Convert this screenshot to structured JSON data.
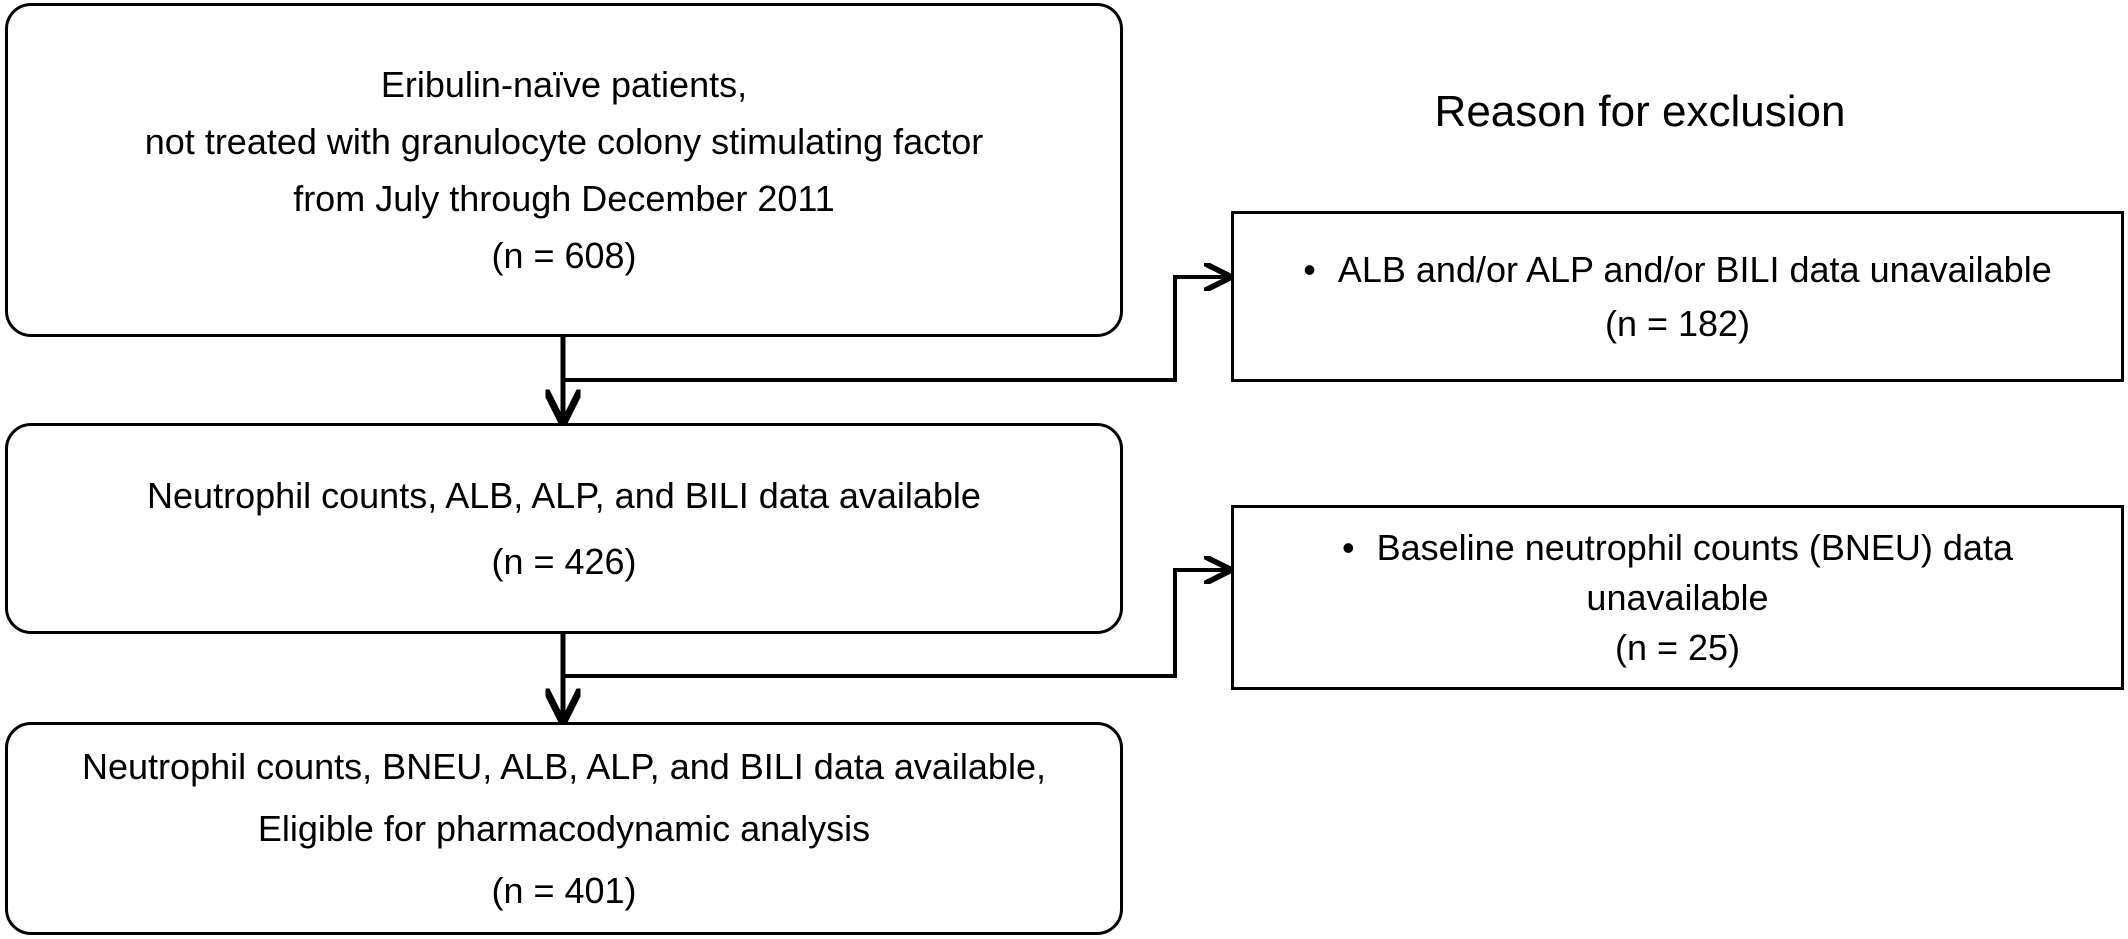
{
  "heading": "Reason for exclusion",
  "boxes": {
    "start": {
      "lines": [
        "Eribulin-naïve patients,",
        "not treated with granulocyte colony stimulating factor",
        "from July through December 2011",
        "(n = 608)"
      ]
    },
    "middle": {
      "lines": [
        "Neutrophil counts, ALB, ALP, and BILI data available",
        "(n = 426)"
      ]
    },
    "final": {
      "lines": [
        "Neutrophil counts, BNEU, ALB, ALP, and BILI data available,",
        "Eligible for pharmacodynamic analysis",
        "(n = 401)"
      ]
    }
  },
  "exclusions": [
    {
      "lines": [
        "ALB and/or ALP and/or BILI data unavailable",
        "(n = 182)"
      ]
    },
    {
      "lines": [
        "Baseline neutrophil counts (BNEU) data",
        "unavailable",
        "(n = 25)"
      ]
    }
  ]
}
